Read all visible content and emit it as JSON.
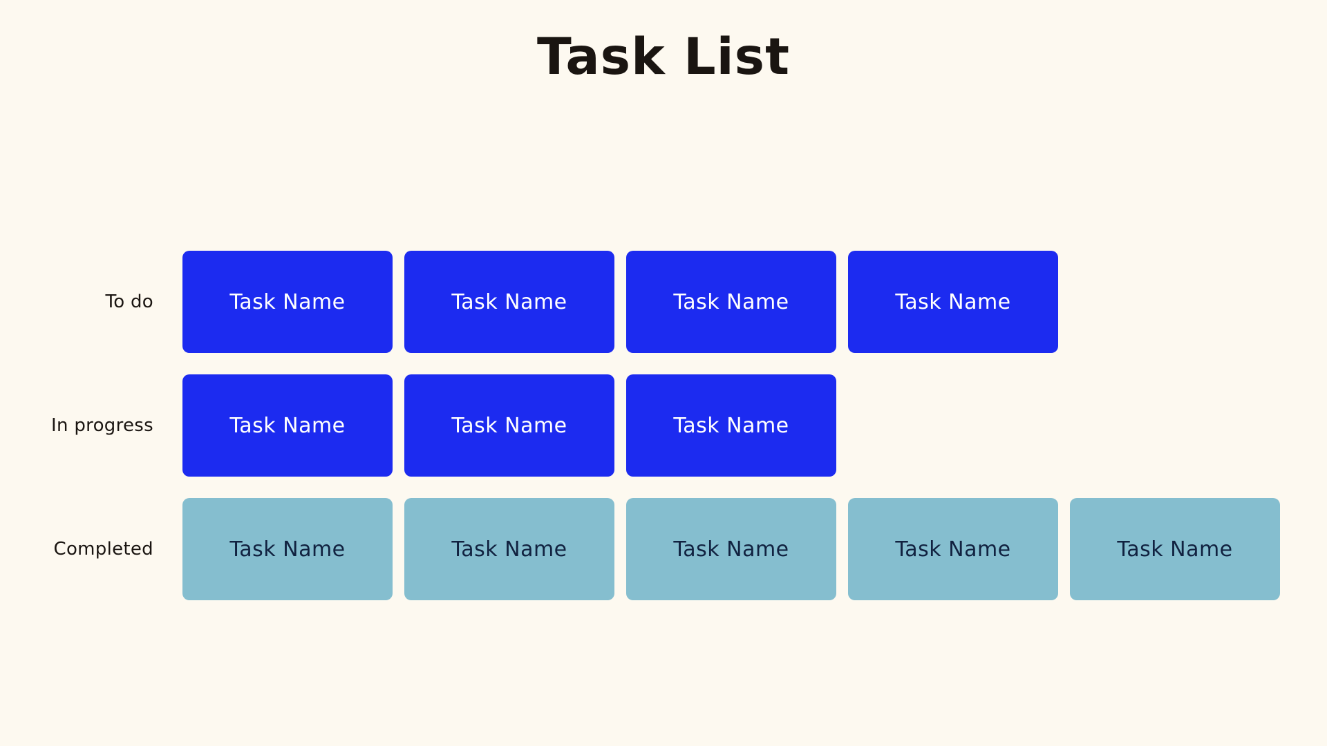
{
  "page": {
    "title": "Task List",
    "background_color": "#FDF9F0",
    "title_color": "#1A1511"
  },
  "board": {
    "rows": [
      {
        "id": "todo",
        "label": "To do",
        "card_color": "#1C2BF0",
        "text_color": "#FFFFFF",
        "tasks": [
          "Task Name",
          "Task Name",
          "Task Name",
          "Task Name"
        ]
      },
      {
        "id": "in-progress",
        "label": "In progress",
        "card_color": "#1C2BF0",
        "text_color": "#FFFFFF",
        "tasks": [
          "Task Name",
          "Task Name",
          "Task Name"
        ]
      },
      {
        "id": "completed",
        "label": "Completed",
        "card_color": "#85BECF",
        "text_color": "#112240",
        "tasks": [
          "Task Name",
          "Task Name",
          "Task Name",
          "Task Name",
          "Task Name"
        ]
      }
    ]
  }
}
